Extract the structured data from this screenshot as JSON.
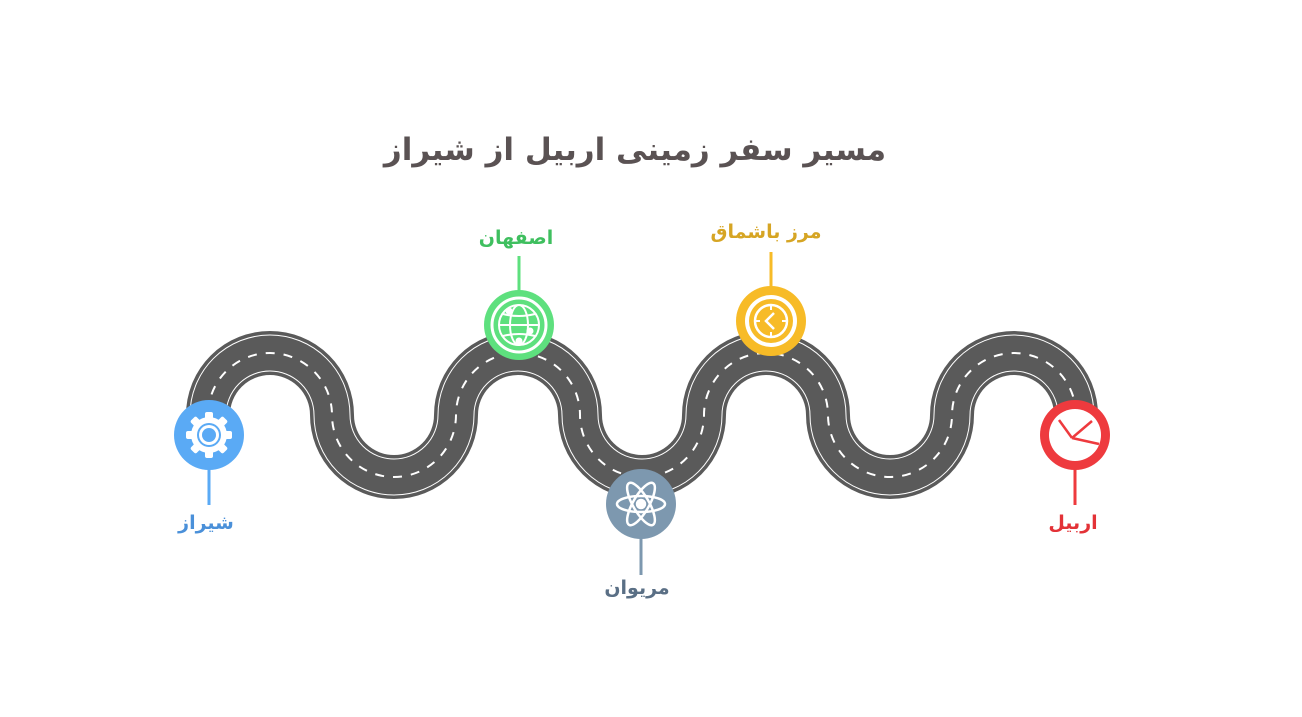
{
  "title": "مسیر سفر زمینی اربیل از شیراز",
  "road": {
    "color": "#5a5a5a",
    "edge_color": "#ffffff",
    "dash_color": "#ffffff"
  },
  "stops": [
    {
      "label": "شیراز",
      "icon": "gear-icon",
      "color": "#5aaaf5",
      "text_color": "#4a90d9",
      "position": "below"
    },
    {
      "label": "اصفهان",
      "icon": "globe-icon",
      "color": "#5ee07e",
      "text_color": "#3fbf5f",
      "position": "above"
    },
    {
      "label": "مریوان",
      "icon": "atom-icon",
      "color": "#7d98af",
      "text_color": "#5a6f85",
      "position": "below"
    },
    {
      "label": "مرز باشماق",
      "icon": "clock-icon",
      "color": "#f7bb27",
      "text_color": "#d6a524",
      "position": "above"
    },
    {
      "label": "اربیل",
      "icon": "pie-chart-icon",
      "color": "#ee3a3e",
      "text_color": "#e33237",
      "position": "below"
    }
  ]
}
